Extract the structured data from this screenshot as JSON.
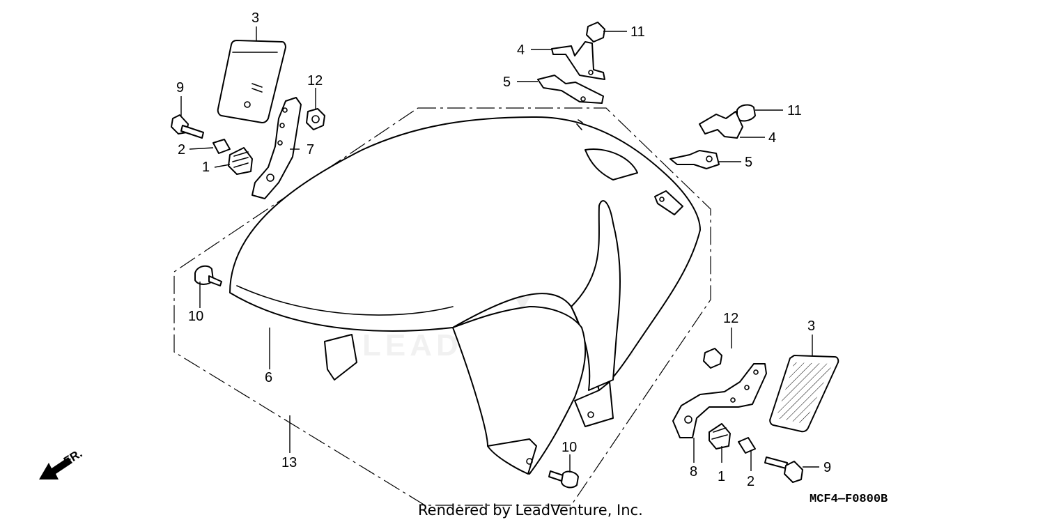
{
  "diagram": {
    "callouts": {
      "c3_top": "3",
      "c9_left": "9",
      "c12_left": "12",
      "c2_left": "2",
      "c1_left": "1",
      "c7": "7",
      "c11_top": "11",
      "c4_top": "4",
      "c5_top": "5",
      "c11_right": "11",
      "c4_right": "4",
      "c5_right": "5",
      "c10_left": "10",
      "c6": "6",
      "c13": "13",
      "c12_right": "12",
      "c3_right": "3",
      "c8": "8",
      "c1_right": "1",
      "c2_right": "2",
      "c9_right": "9",
      "c10_bottom": "10"
    },
    "fr_label": "FR.",
    "footer": "Rendered by LeadVenture, Inc.",
    "part_code": "MCF4—F0800B",
    "watermark": "LEADVENTURE"
  },
  "colors": {
    "ink": "#000000",
    "watermark": "#d9d9d9",
    "background": "#ffffff"
  }
}
